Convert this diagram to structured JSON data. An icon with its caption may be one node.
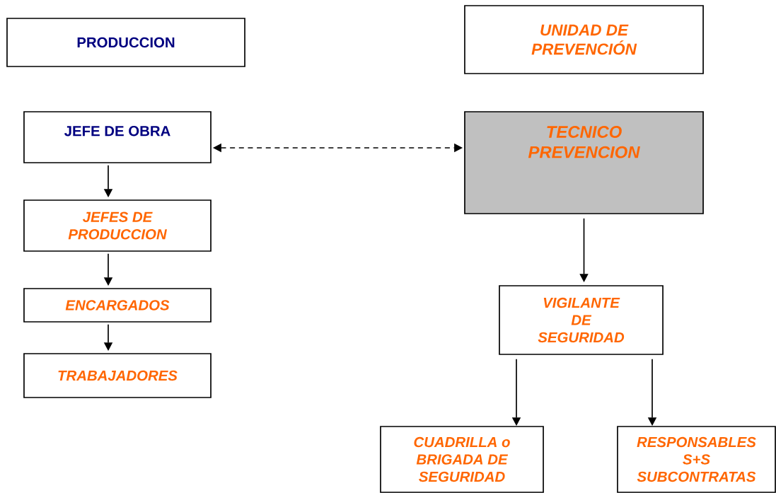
{
  "diagram": {
    "nodes": [
      {
        "text": [
          "PRODUCCION"
        ]
      },
      {
        "text": [
          "UNIDAD DE PREVENCIÓN"
        ]
      },
      {
        "text": [
          "JEFE DE OBRA"
        ]
      },
      {
        "text": [
          "TECNICO PREVENCION"
        ]
      },
      {
        "text": [
          "JEFES DE PRODUCCION"
        ]
      },
      {
        "text": [
          "ENCARGADOS"
        ]
      },
      {
        "text": [
          "TRABAJADORES"
        ]
      },
      {
        "text": [
          "VIGILANTE DE SEGURIDAD"
        ]
      },
      {
        "text": [
          "CUADRILLA o BRIGADA DE SEGURIDAD"
        ]
      },
      {
        "text": [
          "RESPONSABLES S+S SUBCONTRATAS"
        ]
      }
    ],
    "edges": [
      {
        "from": 2,
        "to": 3,
        "arrow": "both",
        "style": "dashed"
      },
      {
        "from": 2,
        "to": 4,
        "arrow": "to"
      },
      {
        "from": 4,
        "to": 5,
        "arrow": "to"
      },
      {
        "from": 5,
        "to": 6,
        "arrow": "to"
      },
      {
        "from": 3,
        "to": 7,
        "arrow": "to"
      },
      {
        "from": 7,
        "to": 8,
        "arrow": "to"
      },
      {
        "from": 7,
        "to": 9,
        "arrow": "to"
      }
    ]
  }
}
